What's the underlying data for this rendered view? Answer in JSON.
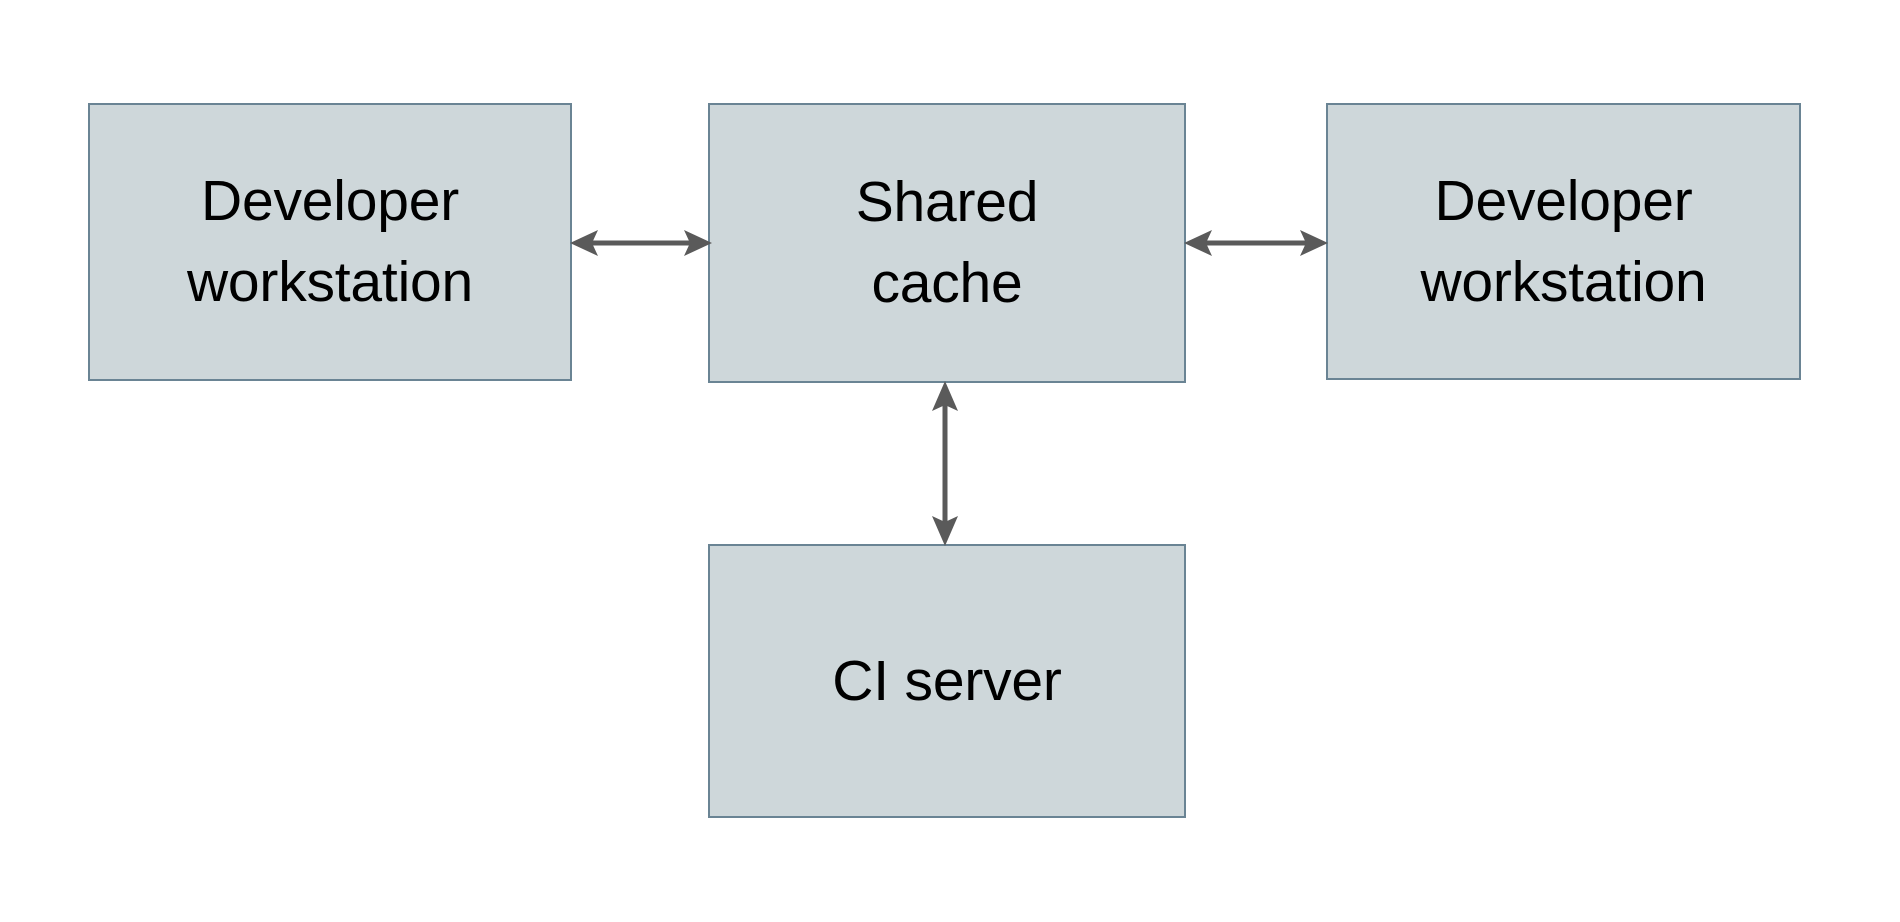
{
  "diagram": {
    "type": "block-diagram",
    "background_color": "#ffffff",
    "node_fill_color": "#ced7da",
    "node_border_color": "#6a8494",
    "connector_color": "#5a5a5a",
    "text_color": "#000000",
    "nodes": [
      {
        "id": "dev-left",
        "label": "Developer\nworkstation",
        "line1": "Developer",
        "line2": "workstation"
      },
      {
        "id": "cache",
        "label": "Shared\ncache",
        "line1": "Shared",
        "line2": "cache"
      },
      {
        "id": "dev-right",
        "label": "Developer\nworkstation",
        "line1": "Developer",
        "line2": "workstation"
      },
      {
        "id": "ci",
        "label": "CI server",
        "line1": "CI server",
        "line2": ""
      }
    ],
    "connectors": [
      {
        "id": "dev-left-to-cache",
        "from": "dev-left",
        "to": "cache",
        "arrow": "double",
        "orientation": "horizontal"
      },
      {
        "id": "cache-to-dev-right",
        "from": "cache",
        "to": "dev-right",
        "arrow": "double",
        "orientation": "horizontal"
      },
      {
        "id": "cache-to-ci",
        "from": "cache",
        "to": "ci",
        "arrow": "double",
        "orientation": "vertical"
      }
    ]
  }
}
